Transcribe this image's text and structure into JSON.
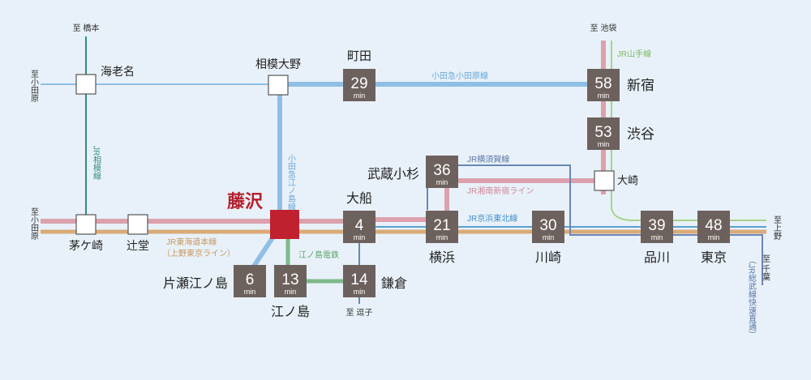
{
  "colors": {
    "background": "#e8f1f9",
    "odakyu": "#8fbfe5",
    "jr_tokaido": "#d9aa79",
    "jr_shonan": "#dca1ac",
    "jr_keihin": "#5c9fd1",
    "jr_yokosuka": "#6a87b7",
    "jr_yamanote": "#a8d28c",
    "jr_sagami": "#2e8f7a",
    "enoden": "#7fb98a",
    "station_box": "#6d615e",
    "hub": "#c0212f"
  },
  "hub": {
    "name": "藤沢"
  },
  "timed_stations": [
    {
      "id": "machida",
      "name": "町田",
      "minutes": "29",
      "unit": "min"
    },
    {
      "id": "shinjuku",
      "name": "新宿",
      "minutes": "58",
      "unit": "min"
    },
    {
      "id": "shibuya",
      "name": "渋谷",
      "minutes": "53",
      "unit": "min"
    },
    {
      "id": "musashikosugi",
      "name": "武蔵小杉",
      "minutes": "36",
      "unit": "min"
    },
    {
      "id": "ofuna",
      "name": "大船",
      "minutes": "4",
      "unit": "min"
    },
    {
      "id": "yokohama",
      "name": "横浜",
      "minutes": "21",
      "unit": "min"
    },
    {
      "id": "kawasaki",
      "name": "川崎",
      "minutes": "30",
      "unit": "min"
    },
    {
      "id": "shinagawa",
      "name": "品川",
      "minutes": "39",
      "unit": "min"
    },
    {
      "id": "tokyo",
      "name": "東京",
      "minutes": "48",
      "unit": "min"
    },
    {
      "id": "katase",
      "name": "片瀬江ノ島",
      "minutes": "6",
      "unit": "min"
    },
    {
      "id": "enoshima",
      "name": "江ノ島",
      "minutes": "13",
      "unit": "min"
    },
    {
      "id": "kamakura",
      "name": "鎌倉",
      "minutes": "14",
      "unit": "min"
    }
  ],
  "plain_stations": [
    {
      "id": "ebina",
      "name": "海老名"
    },
    {
      "id": "sagamiono",
      "name": "相模大野"
    },
    {
      "id": "osaki",
      "name": "大崎"
    },
    {
      "id": "chigasaki",
      "name": "茅ケ崎"
    },
    {
      "id": "tsujido",
      "name": "辻堂"
    }
  ],
  "line_labels": [
    {
      "id": "odakyu_odawara",
      "text": "小田急小田原線"
    },
    {
      "id": "odakyu_enoshima",
      "text": "小田急江ノ島線"
    },
    {
      "id": "jr_sagami",
      "text": "JR相模線"
    },
    {
      "id": "jr_yamanote",
      "text": "JR山手線"
    },
    {
      "id": "jr_yokosuka",
      "text": "JR横須賀線"
    },
    {
      "id": "jr_shonan",
      "text": "JR湘南新宿ライン"
    },
    {
      "id": "jr_keihin",
      "text": "JR京浜東北線"
    },
    {
      "id": "jr_tokaido",
      "text": "JR東海道本線"
    },
    {
      "id": "jr_tokaido_sub",
      "text": "（上野東京ライン）"
    },
    {
      "id": "enoden",
      "text": "江ノ島電鉄"
    }
  ],
  "terminals": [
    {
      "id": "to_hashimoto",
      "text": "至 橋本"
    },
    {
      "id": "to_odawara_top",
      "text": "至小田原"
    },
    {
      "id": "to_odawara_bottom",
      "text": "至小田原"
    },
    {
      "id": "to_ikebukuro",
      "text": "至 池袋"
    },
    {
      "id": "to_ueno",
      "text": "至上野"
    },
    {
      "id": "to_chiba",
      "text": "至 千葉"
    },
    {
      "id": "to_chiba_note",
      "text": "（JR総武線快速直通）"
    },
    {
      "id": "to_zushi",
      "text": "至 逗子"
    }
  ]
}
